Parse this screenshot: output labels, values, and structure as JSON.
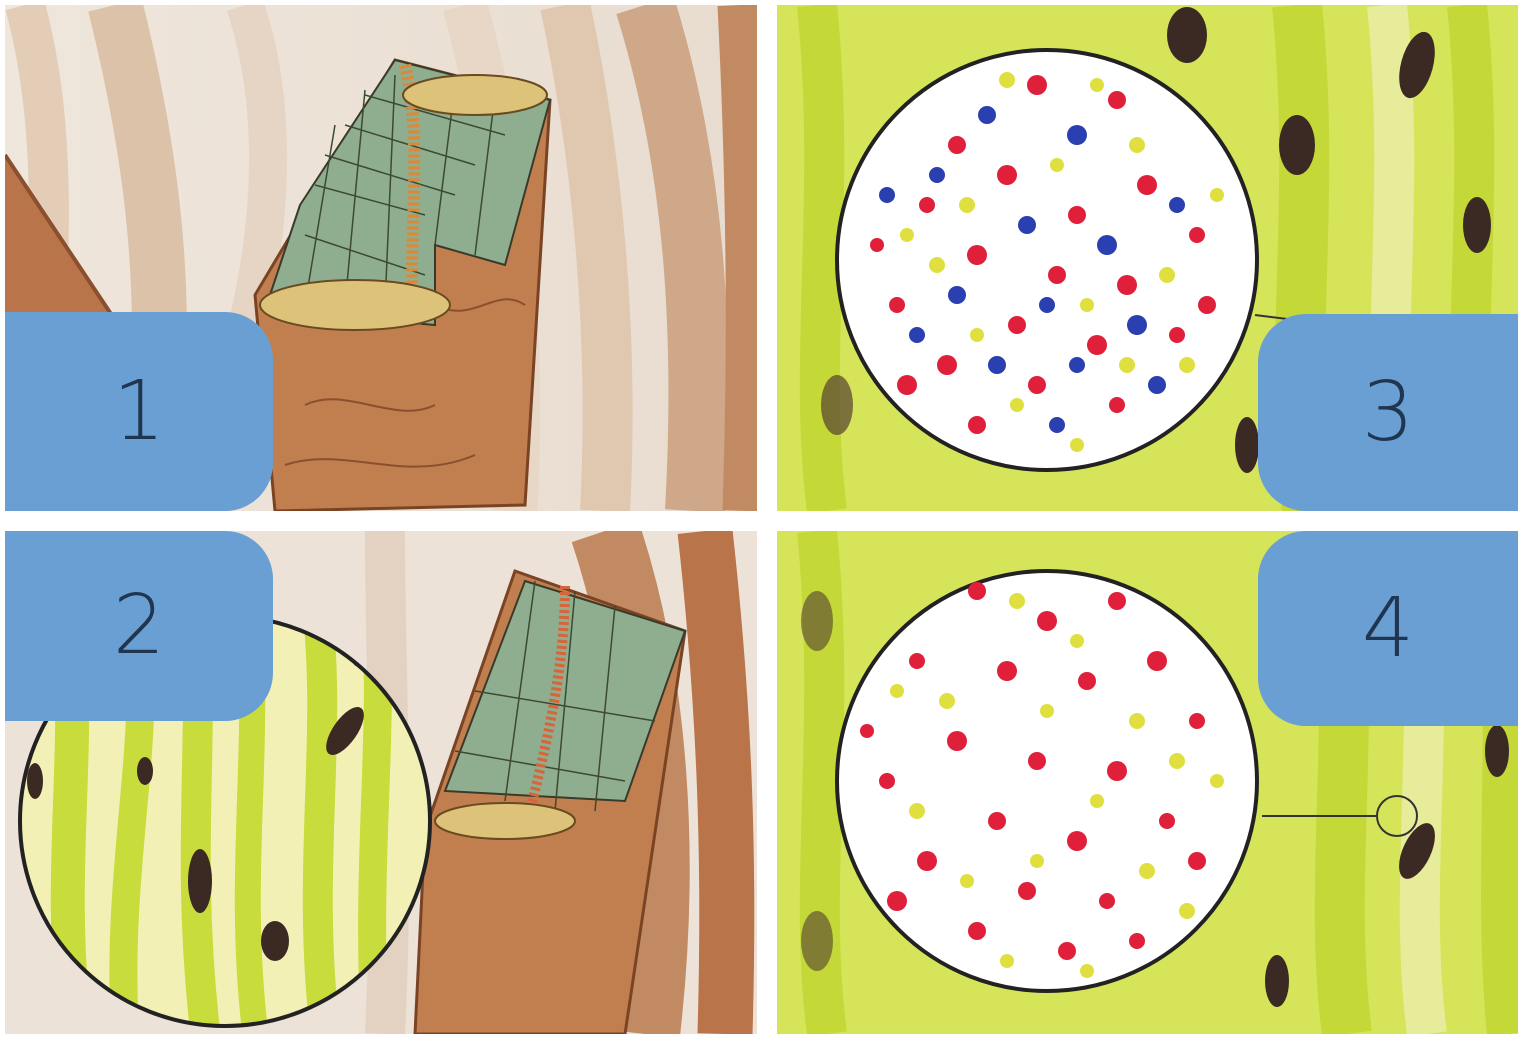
{
  "panels": [
    {
      "id": "1",
      "label": "1"
    },
    {
      "id": "2",
      "label": "2"
    },
    {
      "id": "3",
      "label": "3"
    },
    {
      "id": "4",
      "label": "4"
    }
  ],
  "colors": {
    "badge": "#6a9fd4",
    "badge_text": "#1f3550",
    "hair_brown": "#c17f4f",
    "hair_light": "#e5d4c3",
    "cortex_green": "#c8dc3c",
    "nucleus": "#3b2a24",
    "pigment_red": "#e0203a",
    "pigment_yellow": "#dfe040",
    "pigment_blue": "#2a3fb0"
  },
  "icons": {
    "panel_1": "hair-strand-cross-section",
    "panel_2": "hair-strand-with-cortex-magnifier",
    "panel_3": "cortex-cells-with-pigment-magnifier-red-yellow-blue",
    "panel_4": "cortex-cells-with-pigment-magnifier-red-yellow"
  }
}
